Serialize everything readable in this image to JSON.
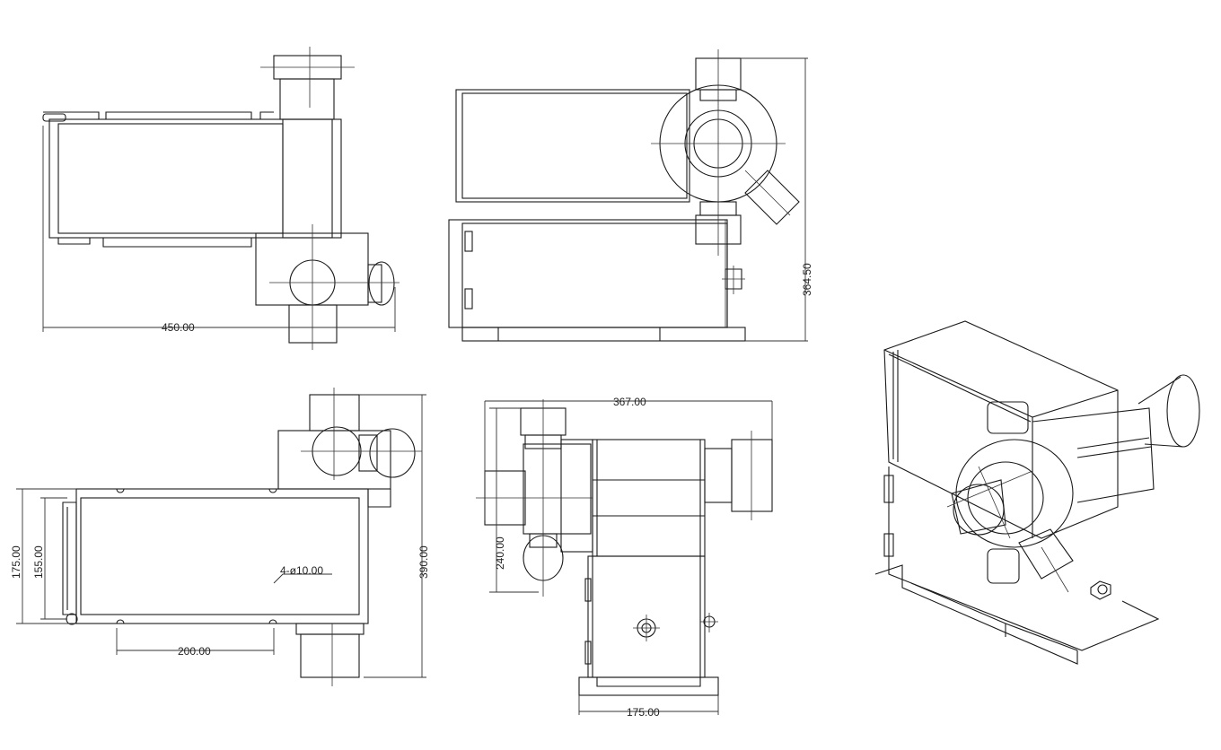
{
  "dimensions": {
    "front_width": "450.00",
    "side_height": "364.50",
    "bottom_outer_height": "175.00",
    "bottom_inner_height": "155.00",
    "hole_spacing": "200.00",
    "mounting_holes": "4-ø10.00",
    "total_height": "390.00",
    "end_width": "367.00",
    "end_height": "240.00",
    "base_width": "175.00"
  },
  "colors": {
    "line": "#1a1a1a",
    "background": "#ffffff"
  }
}
